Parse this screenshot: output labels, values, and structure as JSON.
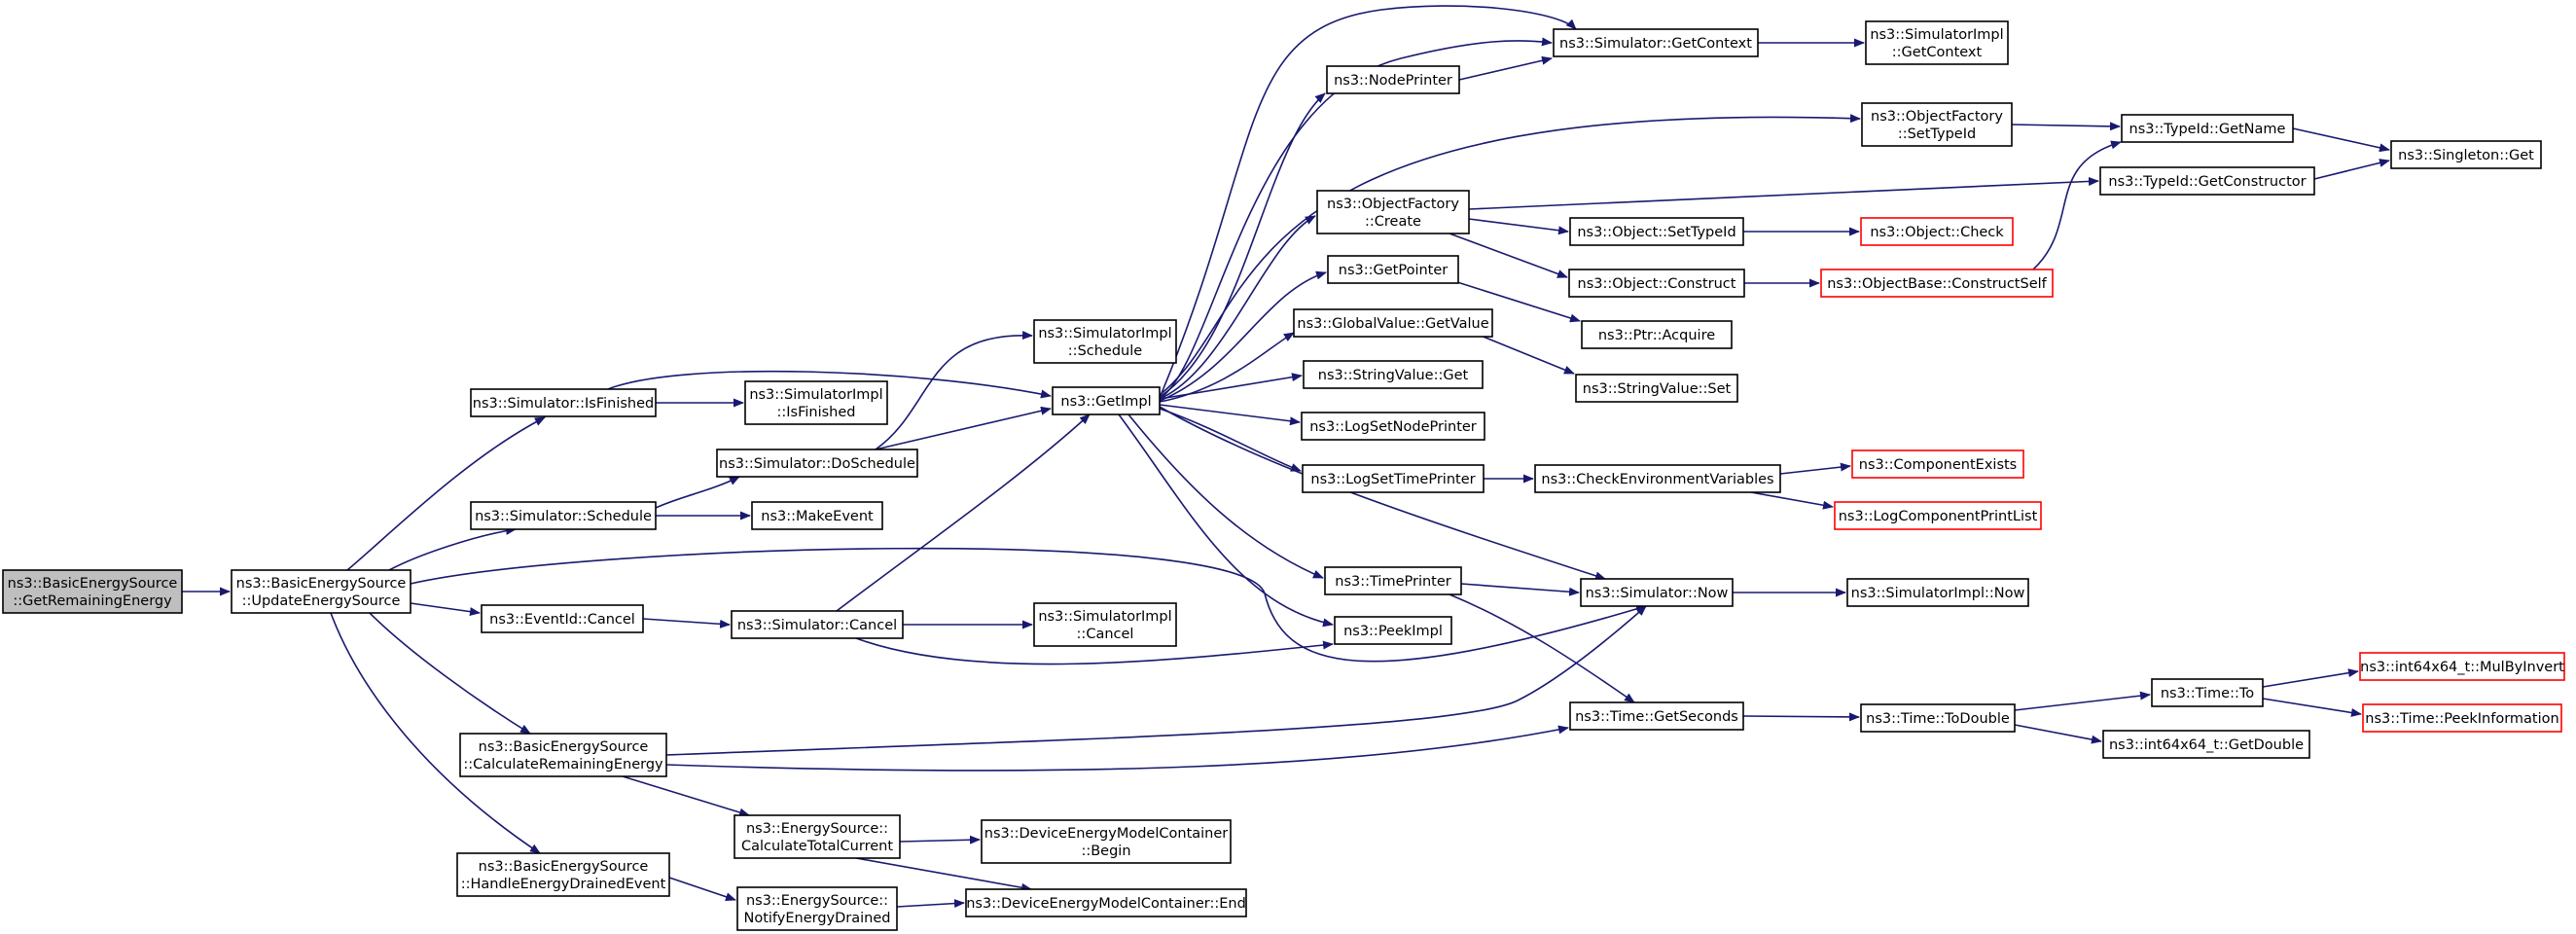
{
  "colors": {
    "edge": "#191970",
    "root_fill": "#bfbfbf",
    "external_border": "#ff0000",
    "node_border": "#000000"
  },
  "nodes": {
    "root": {
      "lines": [
        "ns3::BasicEnergySource",
        "::GetRemainingEnergy"
      ]
    },
    "update": {
      "lines": [
        "ns3::BasicEnergySource",
        "::UpdateEnergySource"
      ]
    },
    "isfinished": {
      "lines": [
        "ns3::Simulator::IsFinished"
      ]
    },
    "schedule": {
      "lines": [
        "ns3::Simulator::Schedule"
      ]
    },
    "eventcancel": {
      "lines": [
        "ns3::EventId::Cancel"
      ]
    },
    "calcremaining": {
      "lines": [
        "ns3::BasicEnergySource",
        "::CalculateRemainingEnergy"
      ]
    },
    "handledrained": {
      "lines": [
        "ns3::BasicEnergySource",
        "::HandleEnergyDrainedEvent"
      ]
    },
    "simimpl_isfinished": {
      "lines": [
        "ns3::SimulatorImpl",
        "::IsFinished"
      ]
    },
    "doschedule": {
      "lines": [
        "ns3::Simulator::DoSchedule"
      ]
    },
    "makeevent": {
      "lines": [
        "ns3::MakeEvent"
      ]
    },
    "simcancel": {
      "lines": [
        "ns3::Simulator::Cancel"
      ]
    },
    "calctotal": {
      "lines": [
        "ns3::EnergySource::",
        "CalculateTotalCurrent"
      ]
    },
    "notifydrained": {
      "lines": [
        "ns3::EnergySource::",
        "NotifyEnergyDrained"
      ]
    },
    "simimpl_schedule": {
      "lines": [
        "ns3::SimulatorImpl",
        "::Schedule"
      ]
    },
    "getimpl": {
      "lines": [
        "ns3::GetImpl"
      ]
    },
    "simimpl_cancel": {
      "lines": [
        "ns3::SimulatorImpl",
        "::Cancel"
      ]
    },
    "demc_begin": {
      "lines": [
        "ns3::DeviceEnergyModelContainer",
        "::Begin"
      ]
    },
    "demc_end": {
      "lines": [
        "ns3::DeviceEnergyModelContainer::End"
      ]
    },
    "nodeprinter": {
      "lines": [
        "ns3::NodePrinter"
      ]
    },
    "objfactory_create": {
      "lines": [
        "ns3::ObjectFactory",
        "::Create"
      ]
    },
    "getpointer": {
      "lines": [
        "ns3::GetPointer"
      ]
    },
    "globalvalue": {
      "lines": [
        "ns3::GlobalValue::GetValue"
      ]
    },
    "stringvalue_get": {
      "lines": [
        "ns3::StringValue::Get"
      ]
    },
    "logsetnodeprinter": {
      "lines": [
        "ns3::LogSetNodePrinter"
      ]
    },
    "logsettimeprinter": {
      "lines": [
        "ns3::LogSetTimePrinter"
      ]
    },
    "timeprinter": {
      "lines": [
        "ns3::TimePrinter"
      ]
    },
    "peekimpl": {
      "lines": [
        "ns3::PeekImpl"
      ]
    },
    "simgetcontext": {
      "lines": [
        "ns3::Simulator::GetContext"
      ]
    },
    "objfactory_settypeid": {
      "lines": [
        "ns3::ObjectFactory",
        "::SetTypeId"
      ]
    },
    "object_settypeid": {
      "lines": [
        "ns3::Object::SetTypeId"
      ]
    },
    "object_construct": {
      "lines": [
        "ns3::Object::Construct"
      ]
    },
    "ptr_acquire": {
      "lines": [
        "ns3::Ptr::Acquire"
      ]
    },
    "stringvalue_set": {
      "lines": [
        "ns3::StringValue::Set"
      ]
    },
    "checkenv": {
      "lines": [
        "ns3::CheckEnvironmentVariables"
      ]
    },
    "simnow": {
      "lines": [
        "ns3::Simulator::Now"
      ]
    },
    "time_getseconds": {
      "lines": [
        "ns3::Time::GetSeconds"
      ]
    },
    "simimpl_getcontext": {
      "lines": [
        "ns3::SimulatorImpl",
        "::GetContext"
      ]
    },
    "typeid_getname": {
      "lines": [
        "ns3::TypeId::GetName"
      ]
    },
    "typeid_getconstructor": {
      "lines": [
        "ns3::TypeId::GetConstructor"
      ]
    },
    "object_check": {
      "lines": [
        "ns3::Object::Check"
      ]
    },
    "objectbase_constructself": {
      "lines": [
        "ns3::ObjectBase::ConstructSelf"
      ]
    },
    "componentexists": {
      "lines": [
        "ns3::ComponentExists"
      ]
    },
    "logcomponentprintlist": {
      "lines": [
        "ns3::LogComponentPrintList"
      ]
    },
    "simimpl_now": {
      "lines": [
        "ns3::SimulatorImpl::Now"
      ]
    },
    "time_todouble": {
      "lines": [
        "ns3::Time::ToDouble"
      ]
    },
    "singleton_get": {
      "lines": [
        "ns3::Singleton::Get"
      ]
    },
    "time_to": {
      "lines": [
        "ns3::Time::To"
      ]
    },
    "int64_getdouble": {
      "lines": [
        "ns3::int64x64_t::GetDouble"
      ]
    },
    "int64_mulbyinvert": {
      "lines": [
        "ns3::int64x64_t::MulByInvert"
      ]
    },
    "time_peekinformation": {
      "lines": [
        "ns3::Time::PeekInformation"
      ]
    }
  }
}
